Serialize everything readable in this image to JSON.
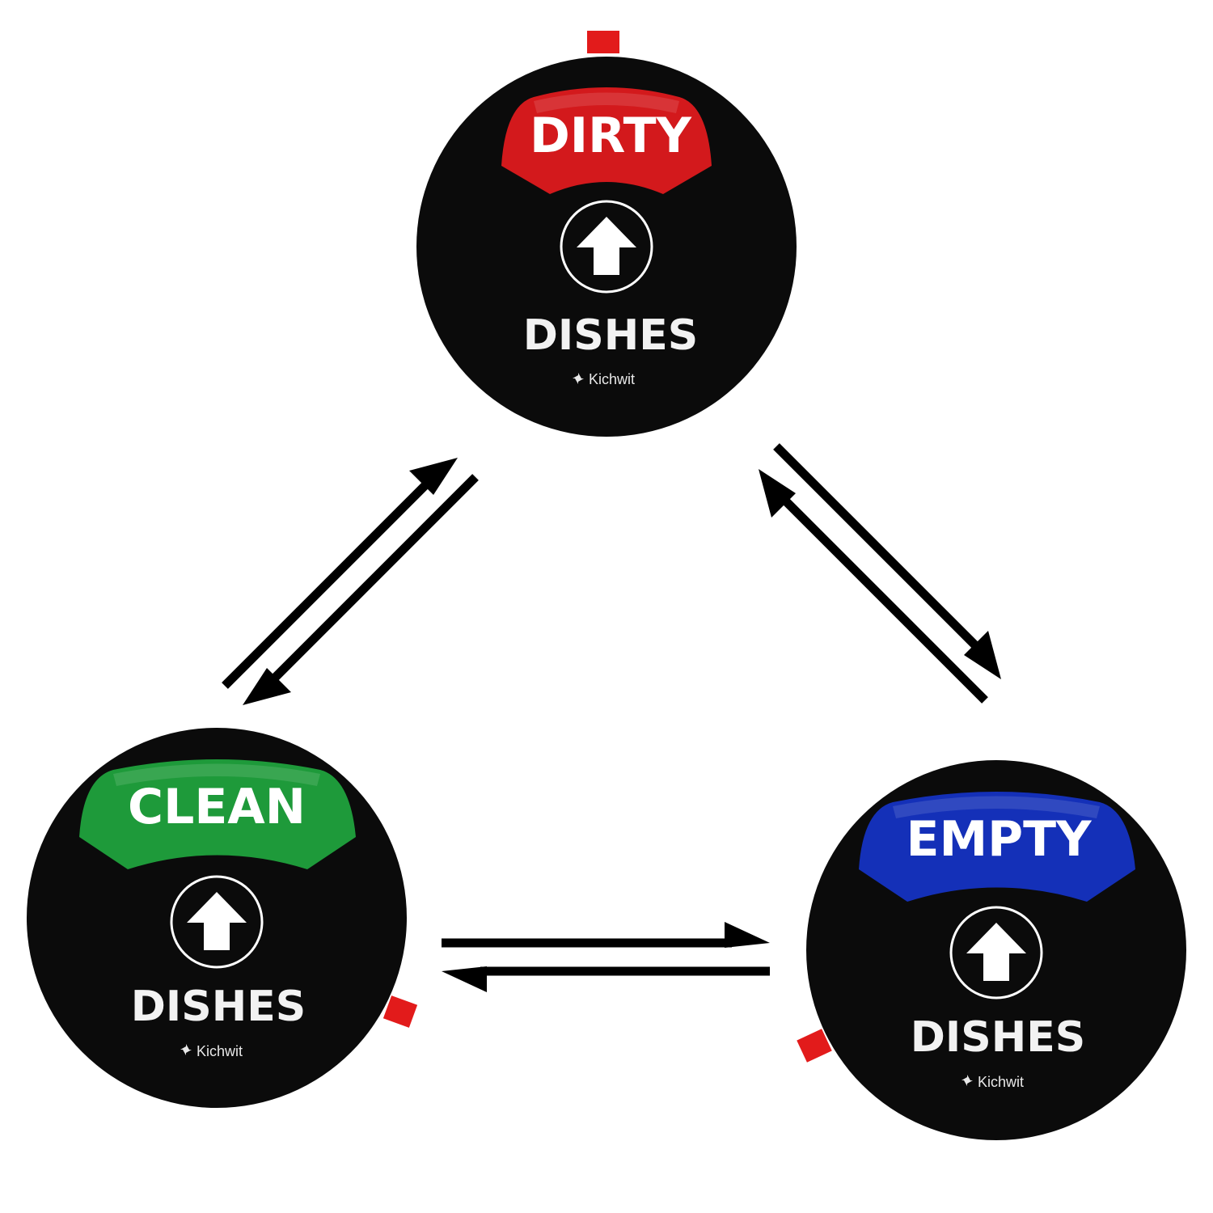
{
  "magnets": [
    {
      "id": "dirty",
      "state_label": "DIRTY",
      "item_label": "DISHES",
      "brand": "Kichwit",
      "color": "#d3191c"
    },
    {
      "id": "clean",
      "state_label": "CLEAN",
      "item_label": "DISHES",
      "brand": "Kichwit",
      "color": "#1e9a3a"
    },
    {
      "id": "empty",
      "state_label": "EMPTY",
      "item_label": "DISHES",
      "brand": "Kichwit",
      "color": "#1430b8"
    }
  ],
  "colors": {
    "body": "#0b0b0b",
    "tab": "#e21b1b",
    "arrow": "#000000",
    "background": "#ffffff"
  },
  "icons": {
    "center": "up-arrow-circle-icon",
    "brand": "pinwheel-logo-icon",
    "cycle": "double-arrow-icon"
  }
}
